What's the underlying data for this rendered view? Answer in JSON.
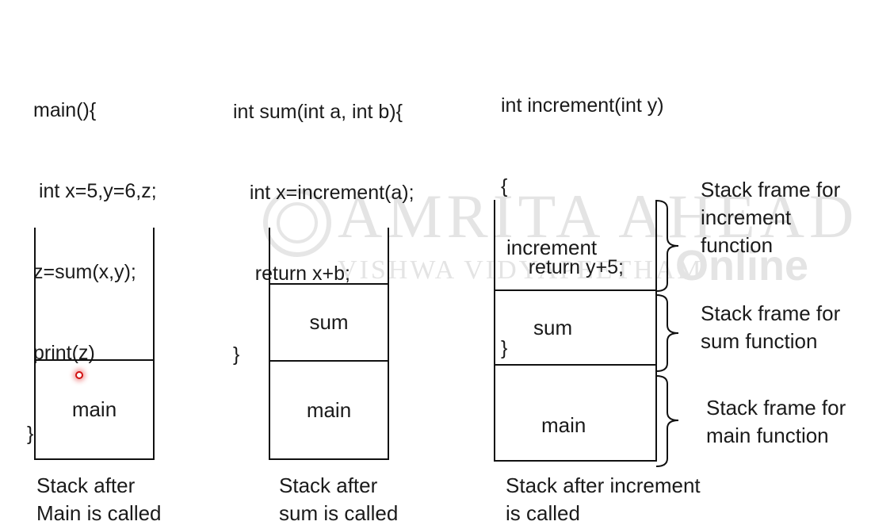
{
  "code_blocks": [
    {
      "lines": [
        "main(){",
        " int x=5,y=6,z;",
        "z=sum(x,y);",
        "print(z)",
        "}"
      ]
    },
    {
      "lines": [
        "int sum(int a, int b){",
        "   int x=increment(a);",
        "    return x+b;",
        "}"
      ]
    },
    {
      "lines": [
        "int increment(int y)",
        "{",
        "     return y+5;",
        "}"
      ]
    }
  ],
  "stacks": [
    {
      "frames": [
        "main"
      ],
      "caption": [
        "Stack after",
        "Main is called"
      ]
    },
    {
      "frames": [
        "sum",
        "main"
      ],
      "caption": [
        "Stack after",
        "sum is called"
      ]
    },
    {
      "frames": [
        "increment",
        "sum",
        "main"
      ],
      "caption": [
        "Stack after increment",
        "is called"
      ]
    }
  ],
  "annotations": [
    {
      "lines": [
        "Stack frame for",
        "increment",
        "function"
      ]
    },
    {
      "lines": [
        "Stack frame for",
        "sum function"
      ]
    },
    {
      "lines": [
        "Stack frame for",
        "main function"
      ]
    }
  ],
  "watermark": {
    "brand": "AMRITA AHEAD",
    "sub": "VISHWA VIDYAPEETHAM",
    "online": "Online"
  }
}
